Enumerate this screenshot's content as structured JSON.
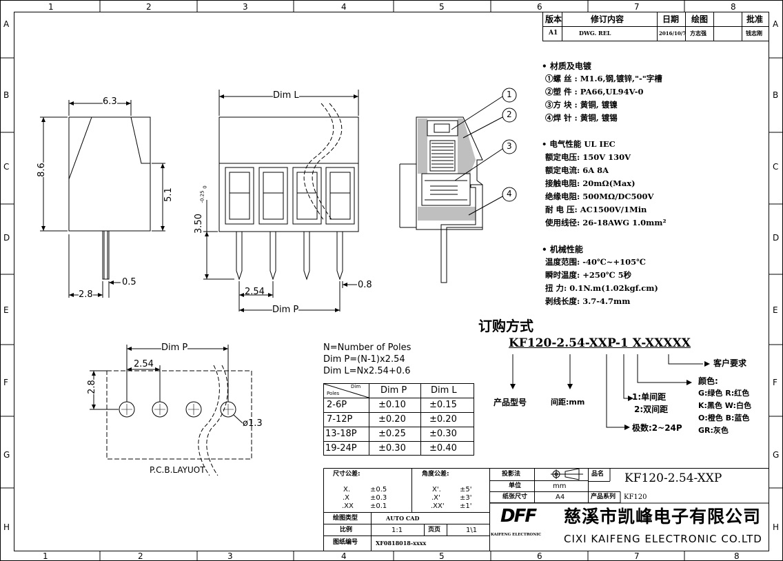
{
  "grid": {
    "cols": [
      "1",
      "2",
      "3",
      "4",
      "5",
      "6",
      "7",
      "8"
    ],
    "rows": [
      "A",
      "B",
      "C",
      "D",
      "E",
      "F",
      "G",
      "H"
    ]
  },
  "revision": {
    "headers": [
      "版本",
      "修订内容",
      "日期",
      "绘图",
      "批准"
    ],
    "row": [
      "A1",
      "DWG. REL",
      "2016/10/7",
      "方志强",
      "钱志刚"
    ]
  },
  "specs": {
    "materials_title": "• 材质及电镀",
    "materials": [
      "①螺  丝 : M1.6,钢,镀锌,\"-\"字槽",
      "②塑  件 : PA66,UL94V-0",
      "③方  块 : 黄铜, 镀镍",
      "④焊  针 : 黄铜, 镀锡"
    ],
    "electrical_title": "• 电气性能    UL    IEC",
    "electrical": [
      "额定电压: 150V   130V",
      "额定电流: 6A      8A",
      "接触电阻: 20mΩ(Max)",
      "绝缘电阻: 500MΩ/DC500V",
      "耐 电 压: AC1500V/1Min",
      "使用线径: 26-18AWG  1.0mm²"
    ],
    "mechanical_title": "• 机械性能",
    "mechanical": [
      "温度范围: -40℃~+105℃",
      "瞬时温度: +250℃ 5秒",
      "扭    力: 0.1N.m(1.02kgf.cm)",
      "剥线长度: 3.7-4.7mm"
    ]
  },
  "order": {
    "title": "订购方式",
    "code": "KF120-2.54-XXP-1  X-XXXXX",
    "customer": "客户要求",
    "product_model": "产品型号",
    "pitch": "间距:mm",
    "poles": "极数:2~24P",
    "spacing": [
      "1:单间距",
      "2:双间距"
    ],
    "color_title": "颜色:",
    "colors": [
      "G:绿色  R:红色",
      "K:黑色  W:白色",
      "O:橙色  B:蓝色",
      "GR:灰色"
    ]
  },
  "dims": {
    "side_width": "6.3",
    "side_height": "8.6",
    "side_right": "5.1",
    "side_pin_offset": "2.8",
    "side_pin_dia": "0.5",
    "front_dim_l": "Dim L",
    "front_pin_len": "3.50",
    "front_tol_top": "0",
    "front_tol_bot": "-0.25",
    "front_pitch": "2.54",
    "front_pin_w": "0.8",
    "front_dim_p": "Dim P",
    "pcb_dim_p": "Dim P",
    "pcb_pitch": "2.54",
    "pcb_row": "2.8",
    "pcb_hole": "ø1.3",
    "pcb_label": "P.C.B.LAYUOT",
    "callouts": [
      "1",
      "2",
      "3",
      "4"
    ]
  },
  "formulas": [
    "N=Number of Poles",
    "Dim P=(N-1)x2.54",
    "Dim L=Nx2.54+0.6"
  ],
  "tol_table": {
    "corner_top": "Dim",
    "corner_bottom": "Poles",
    "headers": [
      "Dim P",
      "Dim L"
    ],
    "rows": [
      [
        "2-6P",
        "±0.10",
        "±0.15"
      ],
      [
        "7-12P",
        "±0.20",
        "±0.20"
      ],
      [
        "13-18P",
        "±0.25",
        "±0.30"
      ],
      [
        "19-24P",
        "±0.30",
        "±0.40"
      ]
    ]
  },
  "title_block": {
    "dim_tol_label": "尺寸公差:",
    "ang_tol_label": "角度公差:",
    "dim_tol": [
      [
        "X.",
        "±0.5"
      ],
      [
        ".X",
        "±0.3"
      ],
      [
        ".XX",
        "±0.1"
      ]
    ],
    "ang_tol": [
      [
        "X'.",
        "±5'"
      ],
      [
        ".X'",
        "±3'"
      ],
      [
        ".XX'",
        "±1'"
      ]
    ],
    "cad_label": "绘图类型",
    "cad_value": "AUTO CAD",
    "scale_label": "比例",
    "scale_value": "1:1",
    "page_label": "页页",
    "page_value": "1\\1",
    "drawing_no_label": "图纸编号",
    "drawing_no": "XF0818018-xxxx",
    "projection_label": "投影法",
    "name_label": "品名",
    "unit_label": "单位",
    "unit_value": "mm",
    "paper_label": "纸张尺寸",
    "paper_value": "A4",
    "series_label": "产品系列",
    "series_value": "KF120",
    "product_name": "KF120-2.54-XXP",
    "logo": "DFF",
    "logo_sub": "KAIFENG ELECTRONIC",
    "company_cn": "慈溪市凯峰电子有限公司",
    "company_en": "CIXI KAIFENG ELECTRONIC CO.LTD"
  }
}
